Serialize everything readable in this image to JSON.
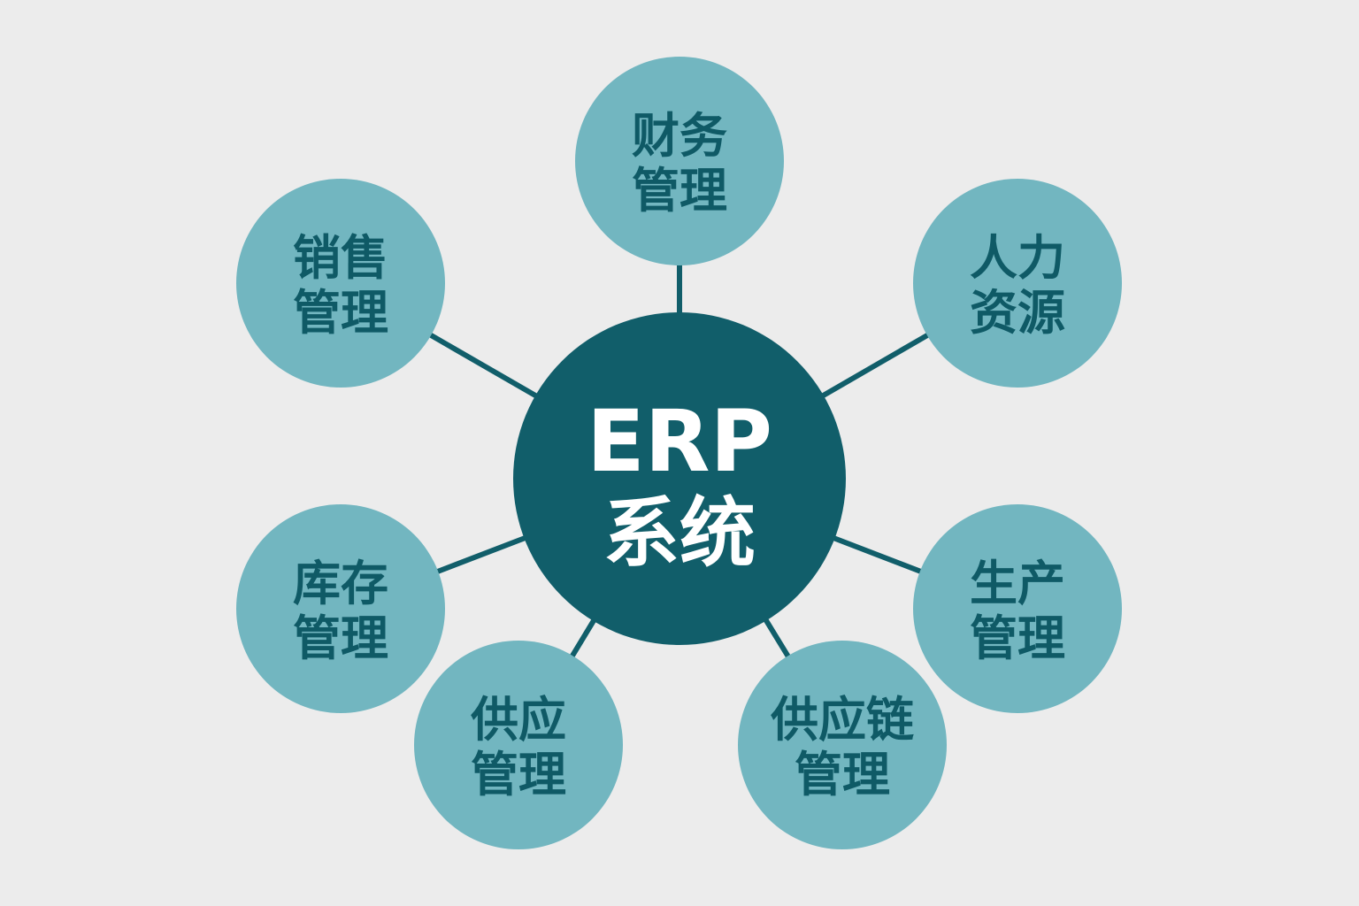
{
  "center": {
    "line1": "ERP",
    "line2": "系统"
  },
  "modules": [
    {
      "id": "finance",
      "line1": "财务",
      "line2": "管理"
    },
    {
      "id": "hr",
      "line1": "人力",
      "line2": "资源"
    },
    {
      "id": "production",
      "line1": "生产",
      "line2": "管理"
    },
    {
      "id": "supply-chain",
      "line1": "供应链",
      "line2": "管理"
    },
    {
      "id": "supply",
      "line1": "供应",
      "line2": "管理"
    },
    {
      "id": "inventory",
      "line1": "库存",
      "line2": "管理"
    },
    {
      "id": "sales",
      "line1": "销售",
      "line2": "管理"
    }
  ],
  "colors": {
    "background": "#ececec",
    "center": "#115e6a",
    "node": "#72b6c0",
    "node_text": "#0f5a66",
    "line": "#115e6a"
  }
}
